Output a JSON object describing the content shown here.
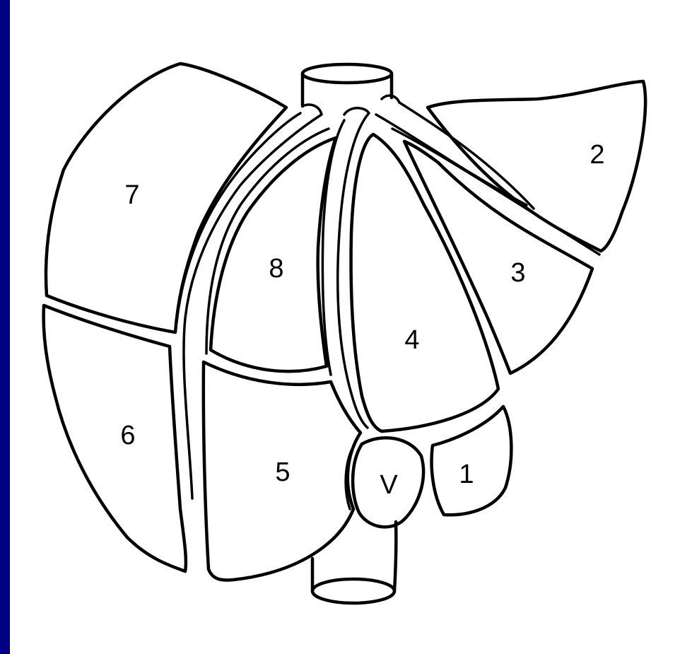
{
  "colors": {
    "frame": "#000080",
    "panel": "#ffffff",
    "line": "#000000"
  },
  "labels": {
    "seg1": "1",
    "seg2": "2",
    "seg3": "3",
    "seg4": "4",
    "seg5": "5",
    "seg6": "6",
    "seg7": "7",
    "seg8": "8",
    "vessel": "V"
  }
}
